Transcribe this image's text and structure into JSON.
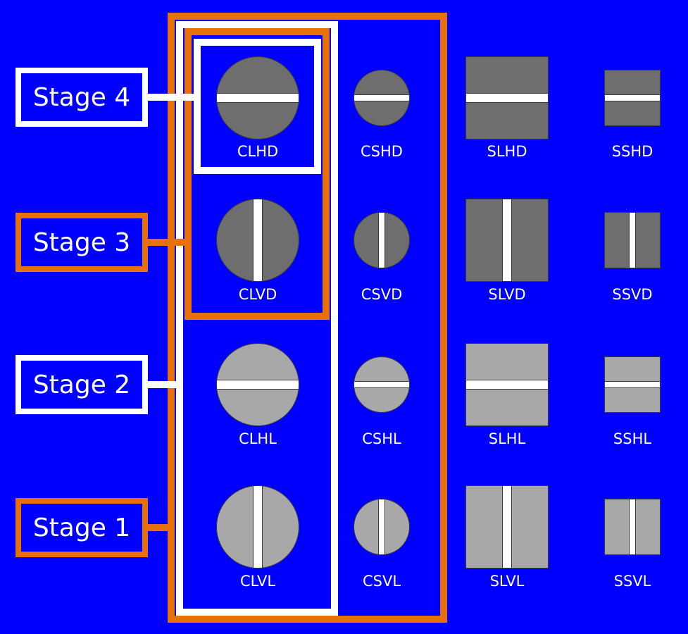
{
  "colors": {
    "background": "#0000ff",
    "orange": "#e8700a",
    "white": "#ffffff",
    "dark_fill": "#6e6e6e",
    "light_fill": "#a8a8a8"
  },
  "stages": [
    {
      "label": "Stage 4",
      "color": "#ffffff"
    },
    {
      "label": "Stage 3",
      "color": "#e8700a"
    },
    {
      "label": "Stage 2",
      "color": "#ffffff"
    },
    {
      "label": "Stage 1",
      "color": "#e8700a"
    }
  ],
  "shapes": [
    {
      "label": "CLHD",
      "shape": "circle",
      "size": "large",
      "orientation": "horizontal",
      "shade": "dark"
    },
    {
      "label": "CSHD",
      "shape": "circle",
      "size": "small",
      "orientation": "horizontal",
      "shade": "dark"
    },
    {
      "label": "SLHD",
      "shape": "square",
      "size": "large",
      "orientation": "horizontal",
      "shade": "dark"
    },
    {
      "label": "SSHD",
      "shape": "square",
      "size": "small",
      "orientation": "horizontal",
      "shade": "dark"
    },
    {
      "label": "CLVD",
      "shape": "circle",
      "size": "large",
      "orientation": "vertical",
      "shade": "dark"
    },
    {
      "label": "CSVD",
      "shape": "circle",
      "size": "small",
      "orientation": "vertical",
      "shade": "dark"
    },
    {
      "label": "SLVD",
      "shape": "square",
      "size": "large",
      "orientation": "vertical",
      "shade": "dark"
    },
    {
      "label": "SSVD",
      "shape": "square",
      "size": "small",
      "orientation": "vertical",
      "shade": "dark"
    },
    {
      "label": "CLHL",
      "shape": "circle",
      "size": "large",
      "orientation": "horizontal",
      "shade": "light"
    },
    {
      "label": "CSHL",
      "shape": "circle",
      "size": "small",
      "orientation": "horizontal",
      "shade": "light"
    },
    {
      "label": "SLHL",
      "shape": "square",
      "size": "large",
      "orientation": "horizontal",
      "shade": "light"
    },
    {
      "label": "SSHL",
      "shape": "square",
      "size": "small",
      "orientation": "horizontal",
      "shade": "light"
    },
    {
      "label": "CLVL",
      "shape": "circle",
      "size": "large",
      "orientation": "vertical",
      "shade": "light"
    },
    {
      "label": "CSVL",
      "shape": "circle",
      "size": "small",
      "orientation": "vertical",
      "shade": "light"
    },
    {
      "label": "SLVL",
      "shape": "square",
      "size": "large",
      "orientation": "vertical",
      "shade": "light"
    },
    {
      "label": "SSVL",
      "shape": "square",
      "size": "small",
      "orientation": "vertical",
      "shade": "light"
    }
  ]
}
